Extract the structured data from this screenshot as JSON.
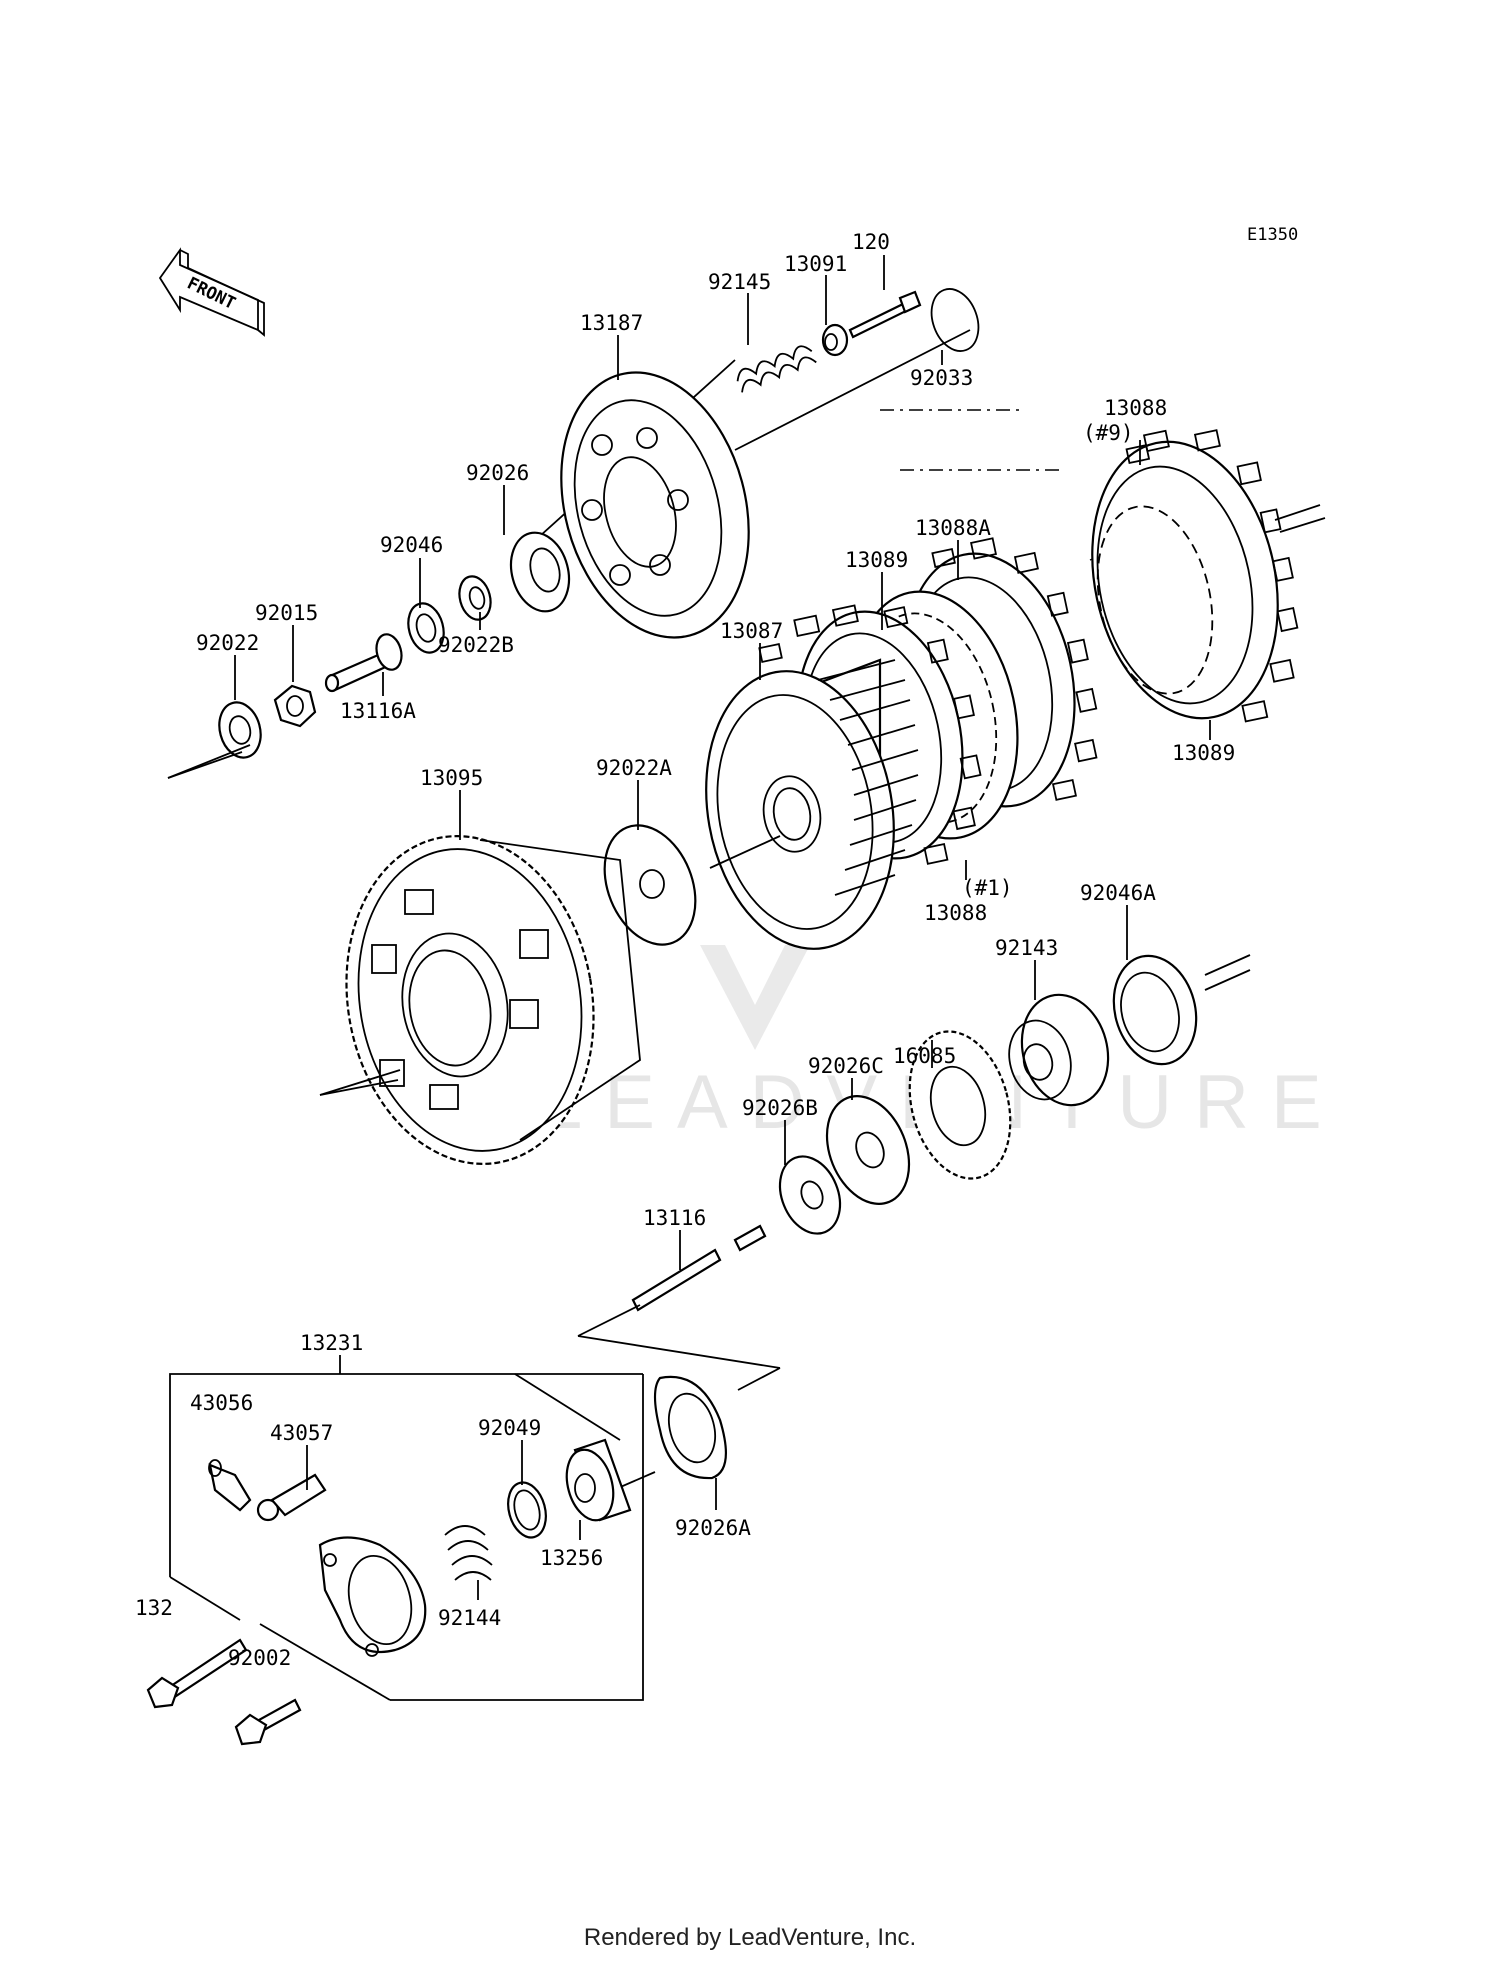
{
  "diagram": {
    "ref_code": "E1350",
    "front_label": "FRONT",
    "watermark_text": "LEADVENTURE",
    "footer": "Rendered by LeadVenture, Inc.",
    "parts": [
      {
        "id": "120",
        "label": "120"
      },
      {
        "id": "13091",
        "label": "13091"
      },
      {
        "id": "92145",
        "label": "92145"
      },
      {
        "id": "13187",
        "label": "13187"
      },
      {
        "id": "92033",
        "label": "92033"
      },
      {
        "id": "13088_top",
        "label": "13088"
      },
      {
        "id": "13088_top_qty",
        "label": "(#9)"
      },
      {
        "id": "92026",
        "label": "92026"
      },
      {
        "id": "92046",
        "label": "92046"
      },
      {
        "id": "13088A",
        "label": "13088A"
      },
      {
        "id": "13089_top",
        "label": "13089"
      },
      {
        "id": "92015",
        "label": "92015"
      },
      {
        "id": "92022",
        "label": "92022"
      },
      {
        "id": "92022B",
        "label": "92022B"
      },
      {
        "id": "13087",
        "label": "13087"
      },
      {
        "id": "13116A",
        "label": "13116A"
      },
      {
        "id": "13089_right",
        "label": "13089"
      },
      {
        "id": "13095",
        "label": "13095"
      },
      {
        "id": "92022A",
        "label": "92022A"
      },
      {
        "id": "13088_bottom_qty",
        "label": "(#1)"
      },
      {
        "id": "13088_bottom",
        "label": "13088"
      },
      {
        "id": "92046A",
        "label": "92046A"
      },
      {
        "id": "92143",
        "label": "92143"
      },
      {
        "id": "16085",
        "label": "16085"
      },
      {
        "id": "92026C",
        "label": "92026C"
      },
      {
        "id": "92026B",
        "label": "92026B"
      },
      {
        "id": "13116",
        "label": "13116"
      },
      {
        "id": "13231",
        "label": "13231"
      },
      {
        "id": "43056",
        "label": "43056"
      },
      {
        "id": "43057",
        "label": "43057"
      },
      {
        "id": "92049",
        "label": "92049"
      },
      {
        "id": "13256",
        "label": "13256"
      },
      {
        "id": "92026A",
        "label": "92026A"
      },
      {
        "id": "132",
        "label": "132"
      },
      {
        "id": "92002",
        "label": "92002"
      },
      {
        "id": "92144",
        "label": "92144"
      }
    ]
  }
}
